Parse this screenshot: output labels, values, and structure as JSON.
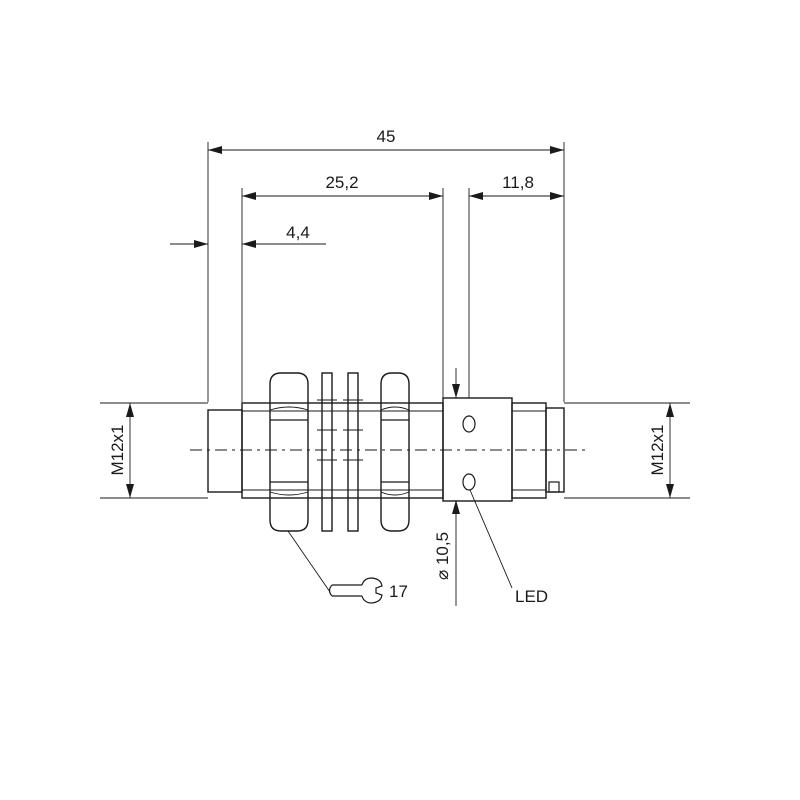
{
  "dimensions": {
    "overall_length": "45",
    "thread_length": "25,2",
    "front_section": "4,4",
    "connector_length": "11,8",
    "thread_left": "M12x1",
    "thread_right": "M12x1",
    "body_diameter": "⌀ 10,5",
    "wrench_size": "17"
  },
  "callouts": {
    "led": "LED"
  },
  "icons": {
    "wrench": "open-end-wrench-icon",
    "diameter": "diameter-symbol"
  }
}
